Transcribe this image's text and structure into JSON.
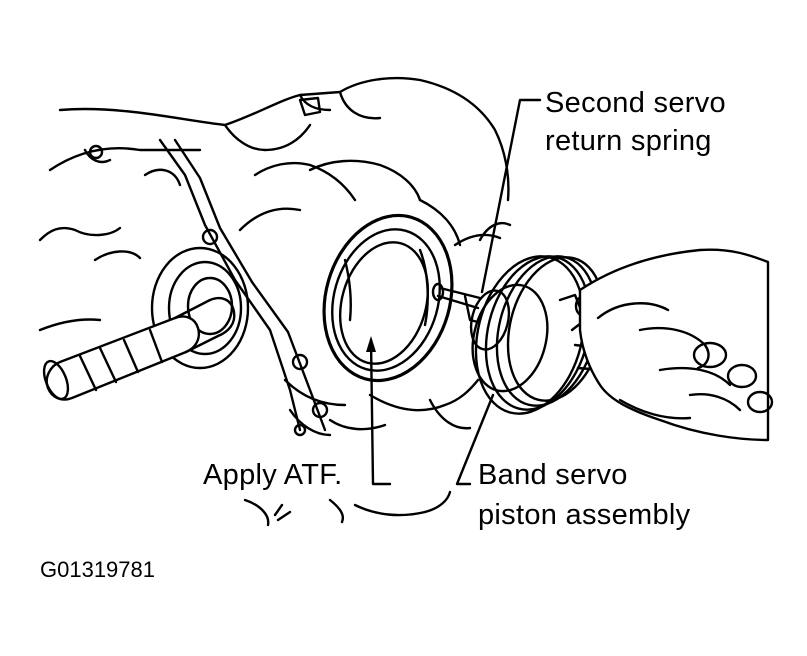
{
  "labels": {
    "second_servo_line1": "Second servo",
    "second_servo_line2": "return spring",
    "apply_atf": "Apply ATF.",
    "band_servo_line1": "Band servo",
    "band_servo_line2": "piston assembly"
  },
  "figure_id": "G01319781",
  "colors": {
    "ink": "#000000",
    "paper": "#ffffff"
  }
}
